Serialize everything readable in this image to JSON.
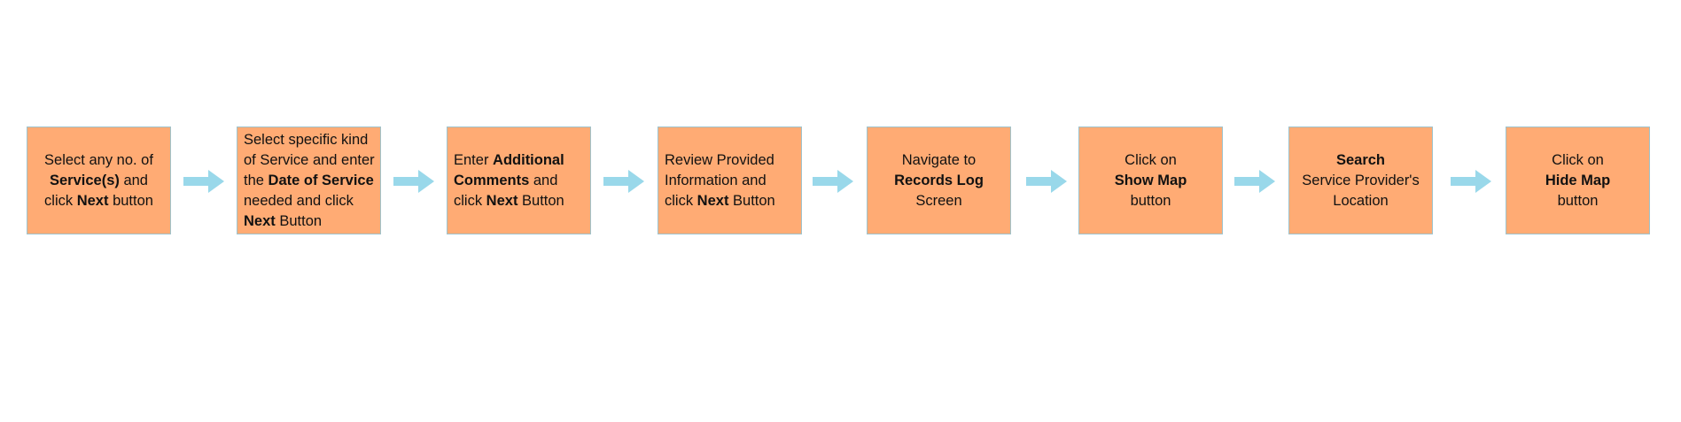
{
  "colors": {
    "box_fill": "#FFAB74",
    "box_border": "#9EC3CC",
    "arrow": "#99D8EA"
  },
  "steps": [
    {
      "align": "center",
      "lines": [
        [
          {
            "text": "Select any no. of",
            "bold": false
          }
        ],
        [
          {
            "text": "Service(s)",
            "bold": true
          },
          {
            "text": " and",
            "bold": false
          }
        ],
        [
          {
            "text": "click ",
            "bold": false
          },
          {
            "text": "Next",
            "bold": true
          },
          {
            "text": " button",
            "bold": false
          }
        ]
      ]
    },
    {
      "align": "left",
      "lines": [
        [
          {
            "text": "Select specific kind",
            "bold": false
          }
        ],
        [
          {
            "text": "of Service and enter",
            "bold": false
          }
        ],
        [
          {
            "text": "the ",
            "bold": false
          },
          {
            "text": "Date of Service",
            "bold": true
          }
        ],
        [
          {
            "text": "needed and click",
            "bold": false
          }
        ],
        [
          {
            "text": "Next",
            "bold": true
          },
          {
            "text": " Button",
            "bold": false
          }
        ]
      ]
    },
    {
      "align": "left",
      "lines": [
        [
          {
            "text": "Enter ",
            "bold": false
          },
          {
            "text": "Additional",
            "bold": true
          }
        ],
        [
          {
            "text": "Comments",
            "bold": true
          },
          {
            "text": " and",
            "bold": false
          }
        ],
        [
          {
            "text": "click ",
            "bold": false
          },
          {
            "text": "Next",
            "bold": true
          },
          {
            "text": " Button",
            "bold": false
          }
        ]
      ]
    },
    {
      "align": "left",
      "lines": [
        [
          {
            "text": "Review Provided",
            "bold": false
          }
        ],
        [
          {
            "text": "Information and",
            "bold": false
          }
        ],
        [
          {
            "text": "click ",
            "bold": false
          },
          {
            "text": "Next",
            "bold": true
          },
          {
            "text": " Button",
            "bold": false
          }
        ]
      ]
    },
    {
      "align": "center",
      "lines": [
        [
          {
            "text": "Navigate to",
            "bold": false
          }
        ],
        [
          {
            "text": "Records Log",
            "bold": true
          },
          {
            "text": " Screen",
            "bold": false
          }
        ]
      ]
    },
    {
      "align": "center",
      "lines": [
        [
          {
            "text": "Click on",
            "bold": false
          }
        ],
        [
          {
            "text": "Show Map",
            "bold": true
          }
        ],
        [
          {
            "text": "button",
            "bold": false
          }
        ]
      ]
    },
    {
      "align": "center",
      "lines": [
        [
          {
            "text": "Search",
            "bold": true
          }
        ],
        [
          {
            "text": "Service Provider's",
            "bold": false
          }
        ],
        [
          {
            "text": "Location",
            "bold": false
          }
        ]
      ]
    },
    {
      "align": "center",
      "lines": [
        [
          {
            "text": "Click on",
            "bold": false
          }
        ],
        [
          {
            "text": "Hide Map",
            "bold": true
          }
        ],
        [
          {
            "text": "button",
            "bold": false
          }
        ]
      ]
    }
  ]
}
